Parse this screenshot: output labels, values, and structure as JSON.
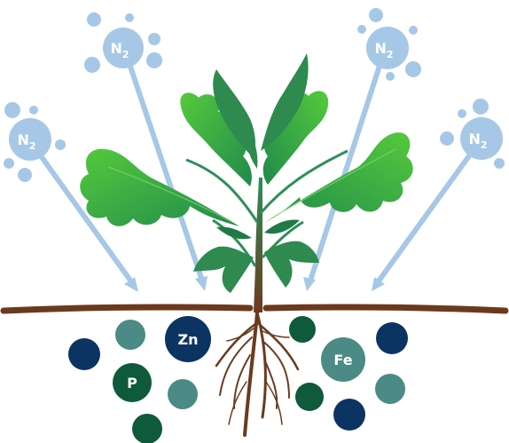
{
  "nitrogen": {
    "symbol": "N",
    "subscript": "2",
    "count": 4
  },
  "nutrients": {
    "zinc": "Zn",
    "phosphorus": "P",
    "iron": "Fe"
  },
  "colors": {
    "nitrogen_bubble": "#a6c8e6",
    "arrow": "#a6c8e6",
    "soil_line": "#6b3a1e",
    "root": "#6b3a1e",
    "navy": "#0c3463",
    "dark_green": "#0e5a3b",
    "teal": "#4b8a85",
    "leaf_light": "#3dbb3a",
    "leaf_dark": "#2e8a4f",
    "stem": "#2f8f5a"
  }
}
